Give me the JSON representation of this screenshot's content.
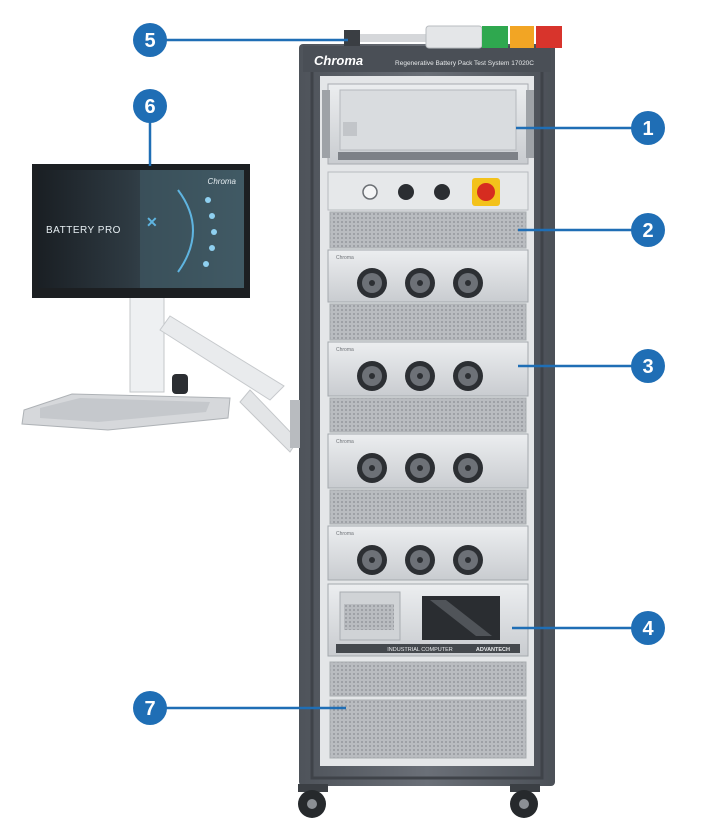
{
  "cabinet": {
    "brand": "Chroma",
    "model_label": "Regenerative Battery Pack Test System 17020C"
  },
  "monitor": {
    "screen_title": "BATTERY PRO",
    "screen_brand": "Chroma"
  },
  "modules": {
    "rack_brand": "Chroma"
  },
  "industrial_pc": {
    "label": "INDUSTRIAL COMPUTER",
    "brand": "ADVANTECH"
  },
  "callouts": [
    {
      "number": "1"
    },
    {
      "number": "2"
    },
    {
      "number": "3"
    },
    {
      "number": "4"
    },
    {
      "number": "5"
    },
    {
      "number": "6"
    },
    {
      "number": "7"
    }
  ],
  "colors": {
    "callout_blue": "#1f6eb5",
    "cabinet_frame": "#5f646b",
    "module_silver": "#d6d8da",
    "stack_light_green": "#2fa84f",
    "stack_light_amber": "#f2a524",
    "stack_light_red": "#d8342c",
    "emergency_stop_red": "#d62c20",
    "emergency_stop_yellow": "#f3c21b"
  }
}
